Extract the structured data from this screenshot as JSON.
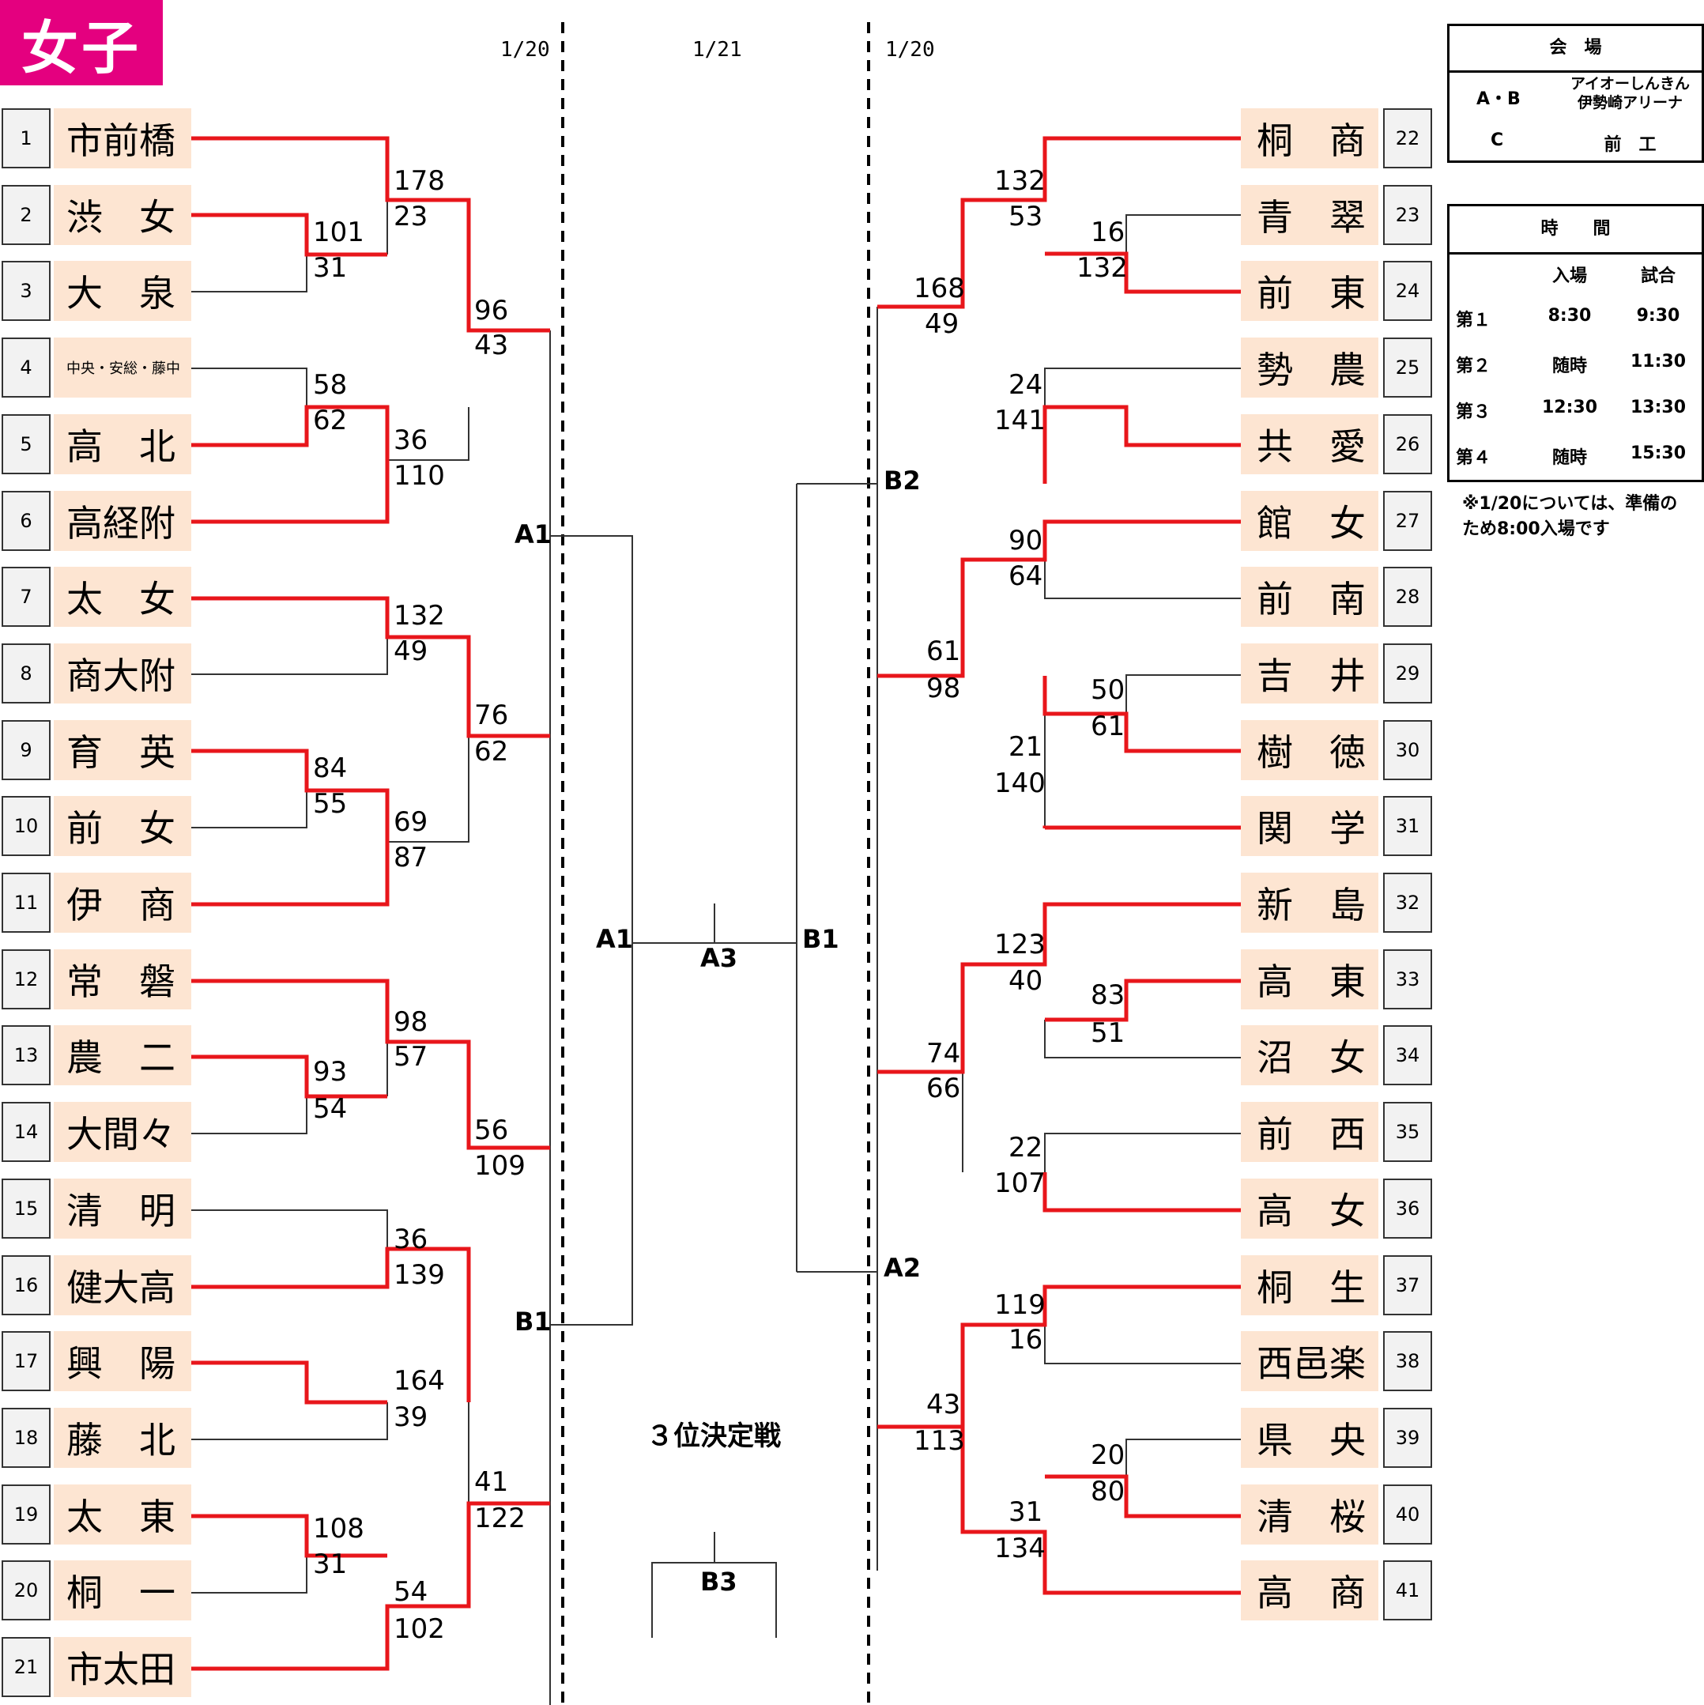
{
  "header": {
    "title": "女子"
  },
  "dates": {
    "left": "1/20",
    "center": "1/21",
    "right": "1/20"
  },
  "teams_left": [
    {
      "no": "1",
      "name": "市前橋"
    },
    {
      "no": "2",
      "name": "渋　女"
    },
    {
      "no": "3",
      "name": "大　泉"
    },
    {
      "no": "4",
      "name": "中央・安総・藤中"
    },
    {
      "no": "5",
      "name": "高　北"
    },
    {
      "no": "6",
      "name": "高経附"
    },
    {
      "no": "7",
      "name": "太　女"
    },
    {
      "no": "8",
      "name": "商大附"
    },
    {
      "no": "9",
      "name": "育　英"
    },
    {
      "no": "10",
      "name": "前　女"
    },
    {
      "no": "11",
      "name": "伊　商"
    },
    {
      "no": "12",
      "name": "常　磐"
    },
    {
      "no": "13",
      "name": "農　二"
    },
    {
      "no": "14",
      "name": "大間々"
    },
    {
      "no": "15",
      "name": "清　明"
    },
    {
      "no": "16",
      "name": "健大高"
    },
    {
      "no": "17",
      "name": "興　陽"
    },
    {
      "no": "18",
      "name": "藤　北"
    },
    {
      "no": "19",
      "name": "太　東"
    },
    {
      "no": "20",
      "name": "桐　一"
    },
    {
      "no": "21",
      "name": "市太田"
    }
  ],
  "teams_right": [
    {
      "no": "22",
      "name": "桐　商"
    },
    {
      "no": "23",
      "name": "青　翠"
    },
    {
      "no": "24",
      "name": "前　東"
    },
    {
      "no": "25",
      "name": "勢　農"
    },
    {
      "no": "26",
      "name": "共　愛"
    },
    {
      "no": "27",
      "name": "館　女"
    },
    {
      "no": "28",
      "name": "前　南"
    },
    {
      "no": "29",
      "name": "吉　井"
    },
    {
      "no": "30",
      "name": "樹　徳"
    },
    {
      "no": "31",
      "name": "関　学"
    },
    {
      "no": "32",
      "name": "新　島"
    },
    {
      "no": "33",
      "name": "高　東"
    },
    {
      "no": "34",
      "name": "沼　女"
    },
    {
      "no": "35",
      "name": "前　西"
    },
    {
      "no": "36",
      "name": "高　女"
    },
    {
      "no": "37",
      "name": "桐　生"
    },
    {
      "no": "38",
      "name": "西邑楽"
    },
    {
      "no": "39",
      "name": "県　央"
    },
    {
      "no": "40",
      "name": "清　桜"
    },
    {
      "no": "41",
      "name": "高　商"
    }
  ],
  "scores": [
    "178",
    "23",
    "101",
    "31",
    "96",
    "43",
    "58",
    "62",
    "36",
    "110",
    "132",
    "49",
    "76",
    "62",
    "84",
    "55",
    "69",
    "87",
    "98",
    "57",
    "93",
    "54",
    "56",
    "109",
    "36",
    "139",
    "164",
    "39",
    "41",
    "122",
    "108",
    "31",
    "54",
    "102",
    "132",
    "53",
    "16",
    "132",
    "168",
    "49",
    "24",
    "141",
    "90",
    "64",
    "61",
    "98",
    "50",
    "61",
    "21",
    "140",
    "123",
    "40",
    "83",
    "51",
    "74",
    "66",
    "22",
    "107",
    "119",
    "16",
    "43",
    "113",
    "20",
    "80",
    "31",
    "134"
  ],
  "labels": {
    "a1_left": "A1",
    "b1_left": "B1",
    "a1_center": "A1",
    "a3": "A3",
    "b1_center": "B1",
    "b2": "B2",
    "a2": "A2",
    "third_place": "３位決定戦",
    "b3": "B3"
  },
  "venue": {
    "title": "会　場",
    "rows": [
      {
        "key": "A・B",
        "value": "アイオーしんきん\n伊勢崎アリーナ"
      },
      {
        "key": "C",
        "value": "前　工"
      }
    ]
  },
  "schedule": {
    "title": "時　　間",
    "col_entry": "入場",
    "col_match": "試合",
    "rows": [
      {
        "label": "第１",
        "entry": "8:30",
        "match": "9:30"
      },
      {
        "label": "第２",
        "entry": "随時",
        "match": "11:30"
      },
      {
        "label": "第３",
        "entry": "12:30",
        "match": "13:30"
      },
      {
        "label": "第４",
        "entry": "随時",
        "match": "15:30"
      }
    ]
  },
  "note": "※1/20については、準備の\nため8:00入場です",
  "colors": {
    "accent": "#e4007f",
    "winner_line": "#e8161b",
    "team_bg": "#fde5d2",
    "num_bg": "#f2f2f2"
  }
}
